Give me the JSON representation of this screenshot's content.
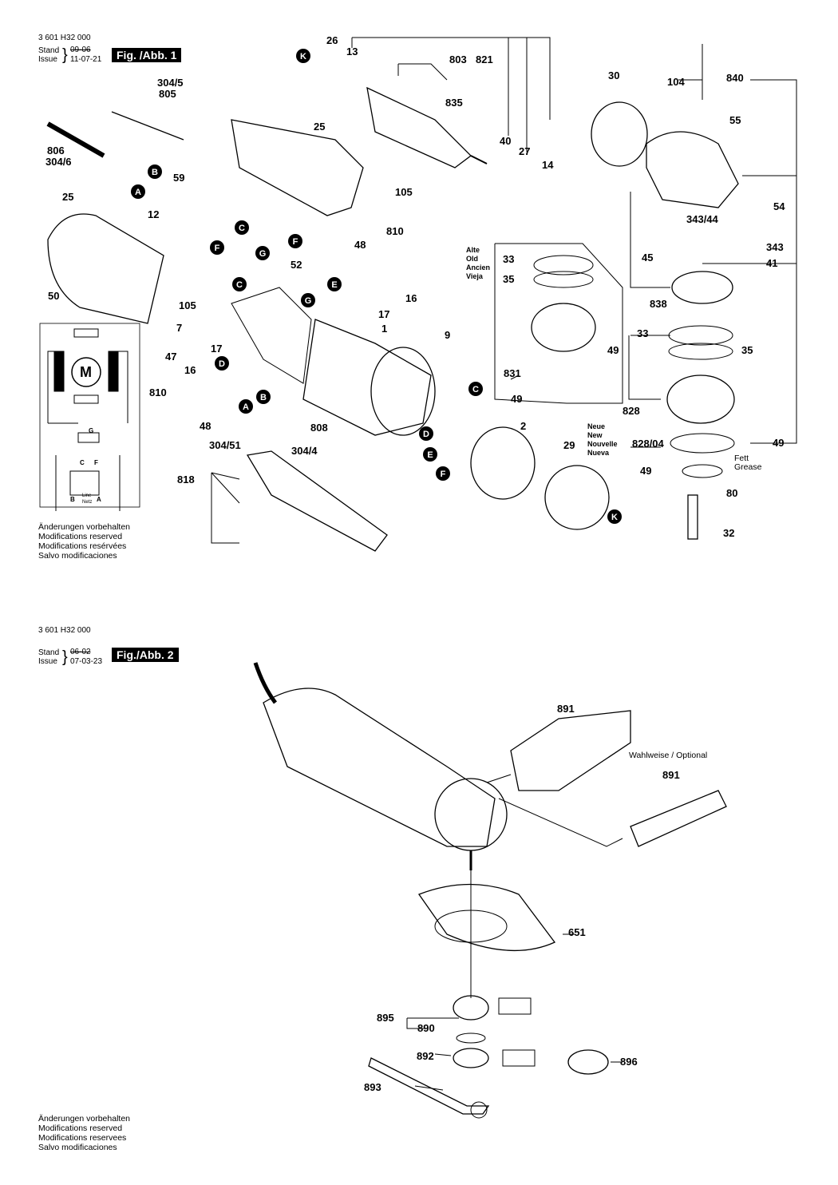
{
  "fig1": {
    "doc_number": "3 601 H32 000",
    "stand_label": "Stand",
    "issue_label": "Issue",
    "stand_old": "09-06",
    "stand_new": "11-07-21",
    "title": "Fig. /Abb. 1",
    "version_old": {
      "label": "Alte",
      "lines": [
        "Alte",
        "Old",
        "Ancien",
        "Vieja"
      ]
    },
    "version_new": {
      "lines": [
        "Neue",
        "New",
        "Nouvelle",
        "Nueva"
      ]
    },
    "grease": [
      "Fett",
      "Grease"
    ],
    "wiring": {
      "motor": "M",
      "g": "G",
      "c": "C",
      "f": "F",
      "b": "B",
      "a": "A",
      "line": "Line",
      "netz": "Netz"
    },
    "footer": [
      "Änderungen vorbehalten",
      "Modifications reserved",
      "Modifications resérvées",
      "Salvo modificaciones"
    ]
  },
  "fig2": {
    "doc_number": "3 601 H32 000",
    "stand_label": "Stand",
    "issue_label": "Issue",
    "stand_old": "06-02",
    "stand_new": "07-03-23",
    "title": "Fig./Abb. 2",
    "optional": "Wahlweise / Optional",
    "footer": [
      "Änderungen vorbehalten",
      "Modifications reserved",
      "Modifications reservees",
      "Salvo modificaciones"
    ]
  },
  "parts_fig1": [
    "26",
    "13",
    "803",
    "821",
    "840",
    "30",
    "104",
    "835",
    "40",
    "27",
    "14",
    "55",
    "25",
    "304/5",
    "805",
    "806",
    "304/6",
    "59",
    "105",
    "12",
    "25",
    "48",
    "810",
    "54",
    "343/44",
    "343",
    "45",
    "41",
    "52",
    "16",
    "17",
    "50",
    "105",
    "7",
    "1",
    "9",
    "33",
    "35",
    "838",
    "33",
    "35",
    "47",
    "17",
    "16",
    "810",
    "49",
    "831",
    "49",
    "828",
    "48",
    "304/51",
    "304/4",
    "808",
    "2",
    "29",
    "828/04",
    "49",
    "49",
    "80",
    "818",
    "32"
  ],
  "parts_fig2": [
    "891",
    "891",
    "651",
    "895",
    "890",
    "892",
    "896",
    "893"
  ],
  "callouts": [
    "K",
    "B",
    "A",
    "C",
    "F",
    "G",
    "F",
    "E",
    "C",
    "G",
    "D",
    "B",
    "A",
    "C",
    "D",
    "E",
    "F",
    "K"
  ]
}
